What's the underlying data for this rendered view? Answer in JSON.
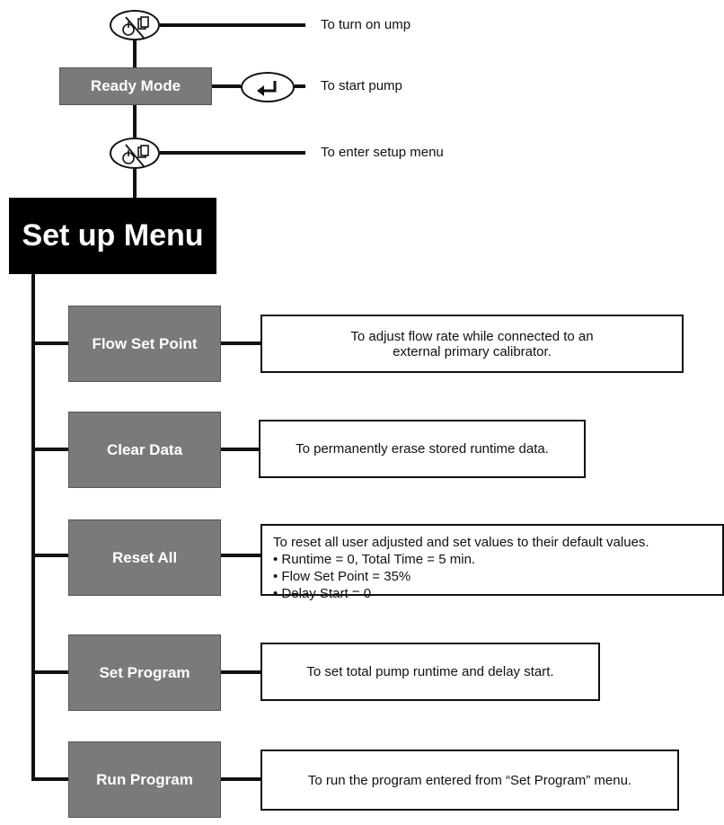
{
  "steps": {
    "turn_on_label": "To turn on ump",
    "ready_mode": "Ready Mode",
    "start_pump_label": "To start pump",
    "enter_setup_label": "To enter setup menu"
  },
  "setup_menu": {
    "title": "Set up Menu",
    "items": [
      {
        "name": "Flow Set Point",
        "desc": [
          "To adjust flow rate while connected to an",
          "external primary calibrator."
        ]
      },
      {
        "name": "Clear Data",
        "desc": [
          "To permanently erase stored runtime data."
        ]
      },
      {
        "name": "Reset All",
        "desc": [
          "To reset all user adjusted and set values to their default values.",
          "• Runtime = 0, Total Time = 5 min.",
          "• Flow Set Point = 35%",
          "• Delay Start = 0"
        ]
      },
      {
        "name": "Set Program",
        "desc": [
          "To set total pump runtime and delay start."
        ]
      },
      {
        "name": "Run Program",
        "desc": [
          "To run the program entered from “Set Program” menu."
        ]
      }
    ]
  },
  "icons": {
    "power_mode": "power-mode-icon",
    "enter": "enter-arrow-icon"
  },
  "colors": {
    "menu_button": "#7a7a7a",
    "setup_header": "#000000",
    "line": "#111111"
  }
}
